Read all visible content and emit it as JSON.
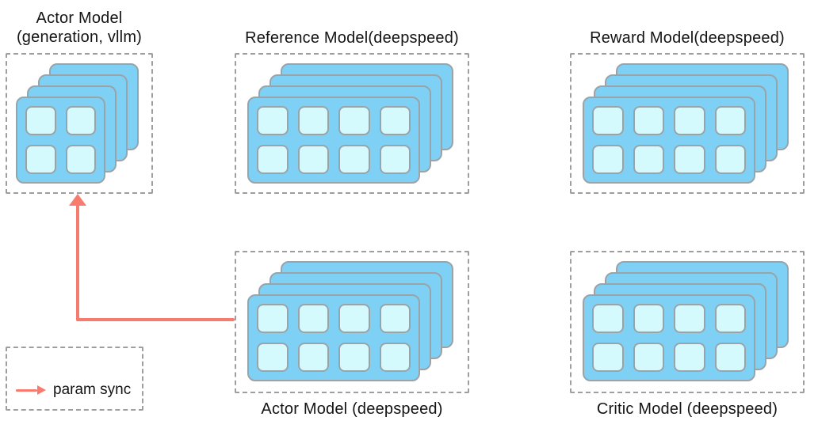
{
  "diagram": {
    "nodes": {
      "actor_vllm": {
        "title": "Actor Model\n(generation, vllm)",
        "gpus": {
          "stack": 4,
          "rows": 2,
          "cols": 2
        }
      },
      "reference": {
        "title": "Reference Model(deepspeed)",
        "gpus": {
          "stack": 4,
          "rows": 2,
          "cols": 4
        }
      },
      "reward": {
        "title": "Reward Model(deepspeed)",
        "gpus": {
          "stack": 4,
          "rows": 2,
          "cols": 4
        }
      },
      "actor_ds": {
        "title": "Actor Model (deepspeed)",
        "gpus": {
          "stack": 4,
          "rows": 2,
          "cols": 4
        }
      },
      "critic": {
        "title": "Critic Model (deepspeed)",
        "gpus": {
          "stack": 4,
          "rows": 2,
          "cols": 4
        }
      }
    },
    "legend": {
      "label": "param sync"
    },
    "connections": [
      {
        "type": "param sync",
        "from": "actor_ds",
        "to": "actor_vllm"
      }
    ],
    "colors": {
      "background": "#FFFFFF",
      "card_fill": "#7ED1F5",
      "cell_fill": "#D5FAFD",
      "card_border": "#9AA3A8",
      "dashed_border": "#9E9E9E",
      "arrow": "#F87B70",
      "text": "#141414"
    }
  }
}
